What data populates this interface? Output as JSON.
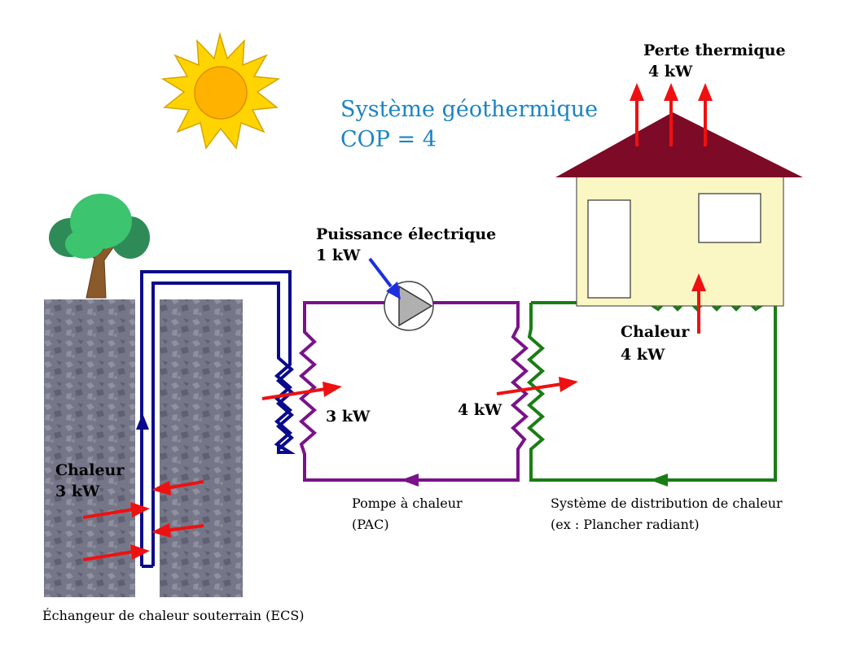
{
  "title": {
    "line1": "Système géothermique",
    "line2": "COP = 4",
    "color": "#1a84c4"
  },
  "labels": {
    "heat_loss_title": "Perte thermique",
    "heat_loss_value": "4 kW",
    "electric_title": "Puissance électrique",
    "electric_value": "1 kW",
    "house_heat_title": "Chaleur",
    "house_heat_value": "4 kW",
    "ground_heat_title": "Chaleur",
    "ground_heat_value": "3 kW",
    "evaporator_value": "3 kW",
    "condenser_value": "4 kW",
    "pac_line1": "Pompe à chaleur",
    "pac_line2": "(PAC)",
    "distribution_line1": "Système de distribution de chaleur",
    "distribution_line2": "(ex  : Plancher radiant)",
    "ground_exchanger": "Échangeur de chaleur souterrain (ECS)"
  },
  "colors": {
    "ground_loop": "#0a0a8c",
    "heat_pump_loop": "#7a128a",
    "distribution_loop": "#1a7d14",
    "heat_arrow": "#ee1111",
    "electric_arrow": "#1d2fe0",
    "roof": "#7d0a26",
    "house_wall": "#fbf7c4",
    "sun": "#ffd400",
    "ground": "#6f7284"
  }
}
